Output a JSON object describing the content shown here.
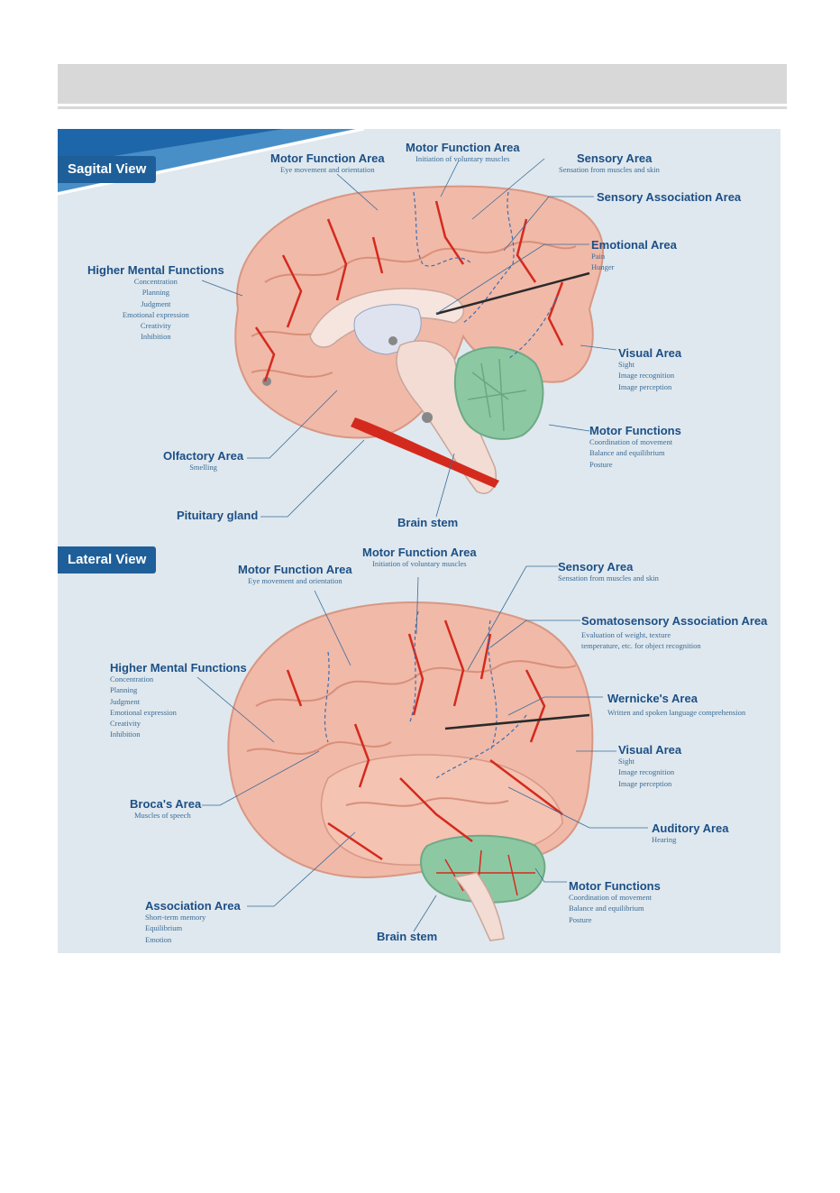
{
  "sagital": {
    "badge": "Sagital View",
    "labels": [
      {
        "title": "Motor Function Area",
        "sub": [
          "Eye movement and orientation"
        ]
      },
      {
        "title": "Motor Function Area",
        "sub": [
          "Initiation of voluntary muscles"
        ]
      },
      {
        "title": "Sensory Area",
        "sub": [
          "Sensation from muscles and skin"
        ]
      },
      {
        "title": "Sensory Association Area",
        "sub": []
      },
      {
        "title": "Emotional Area",
        "sub": [
          "Pain",
          "Hunger"
        ]
      },
      {
        "title": "Higher Mental Functions",
        "sub": [
          "Concentration",
          "Planning",
          "Judgment",
          "Emotional expression",
          "Creativity",
          "Inhibition"
        ]
      },
      {
        "title": "Visual Area",
        "sub": [
          "Sight",
          "Image recognition",
          "Image perception"
        ]
      },
      {
        "title": "Motor Functions",
        "sub": [
          "Coordination of movement",
          "Balance and equilibrium",
          "Posture"
        ]
      },
      {
        "title": "Olfactory Area",
        "sub": [
          "Smelling"
        ]
      },
      {
        "title": "Pituitary gland",
        "sub": []
      },
      {
        "title": "Brain stem",
        "sub": []
      }
    ]
  },
  "lateral": {
    "badge": "Lateral View",
    "labels": [
      {
        "title": "Motor Function Area",
        "sub": [
          "Initiation of voluntary muscles"
        ]
      },
      {
        "title": "Motor Function Area",
        "sub": [
          "Eye movement and orientation"
        ]
      },
      {
        "title": "Sensory Area",
        "sub": [
          "Sensation from muscles and skin"
        ]
      },
      {
        "title": "Somatosensory Association Area",
        "sub": [
          "Evaluation of weight, texture",
          "temperature, etc. for object recognition"
        ]
      },
      {
        "title": "Higher Mental Functions",
        "sub": [
          "Concentration",
          "Planning",
          "Judgment",
          "Emotional expression",
          "Creativity",
          "Inhibition"
        ]
      },
      {
        "title": "Wernicke's Area",
        "sub": [
          "Written and spoken language comprehension"
        ]
      },
      {
        "title": "Visual Area",
        "sub": [
          "Sight",
          "Image recognition",
          "Image perception"
        ]
      },
      {
        "title": "Broca's Area",
        "sub": [
          "Muscles of speech"
        ]
      },
      {
        "title": "Auditory Area",
        "sub": [
          "Hearing"
        ]
      },
      {
        "title": "Motor Functions",
        "sub": [
          "Coordination of movement",
          "Balance and equilibrium",
          "Posture"
        ]
      },
      {
        "title": "Association Area",
        "sub": [
          "Short-term memory",
          "Equilibrium",
          "Emotion"
        ]
      },
      {
        "title": "Brain stem",
        "sub": []
      }
    ]
  },
  "colors": {
    "badge": "#1f5f99",
    "label_title": "#1c4f86",
    "label_sub": "#3a6c98",
    "brain": "#f1b9a8",
    "cerebellum": "#8cc9a3",
    "vessel": "#d42a1e",
    "background": "#dfe8ee",
    "header": "#d8d8d8"
  }
}
